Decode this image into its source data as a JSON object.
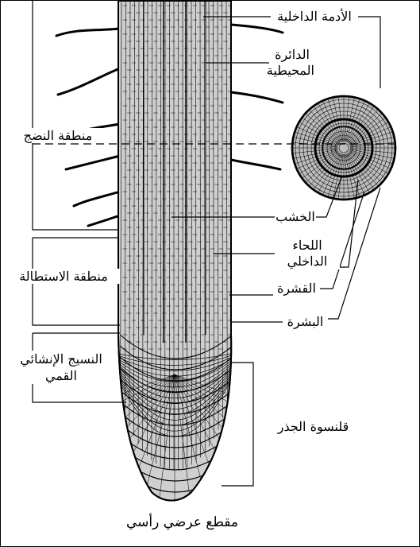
{
  "labels": {
    "endodermis": "الأدمة الداخلية",
    "pericycle": "الدائرة المحيطية",
    "maturation_zone": "منطقة النضج",
    "xylem": "الخشب",
    "phloem": "اللحاء الداخلي",
    "cortex": "القشرة",
    "epidermis": "البشرة",
    "elongation_zone": "منطقة الاستطالة",
    "apical_meristem": "النسيج الإنشائي القمي",
    "root_cap": "قلنسوة الجذر",
    "caption": "مقطع عرضي رأسي"
  },
  "colors": {
    "ink": "#000000",
    "background": "#ffffff",
    "tissue_fill": "#cfcfcf",
    "cross_section_fill": "#bdbdbd"
  }
}
